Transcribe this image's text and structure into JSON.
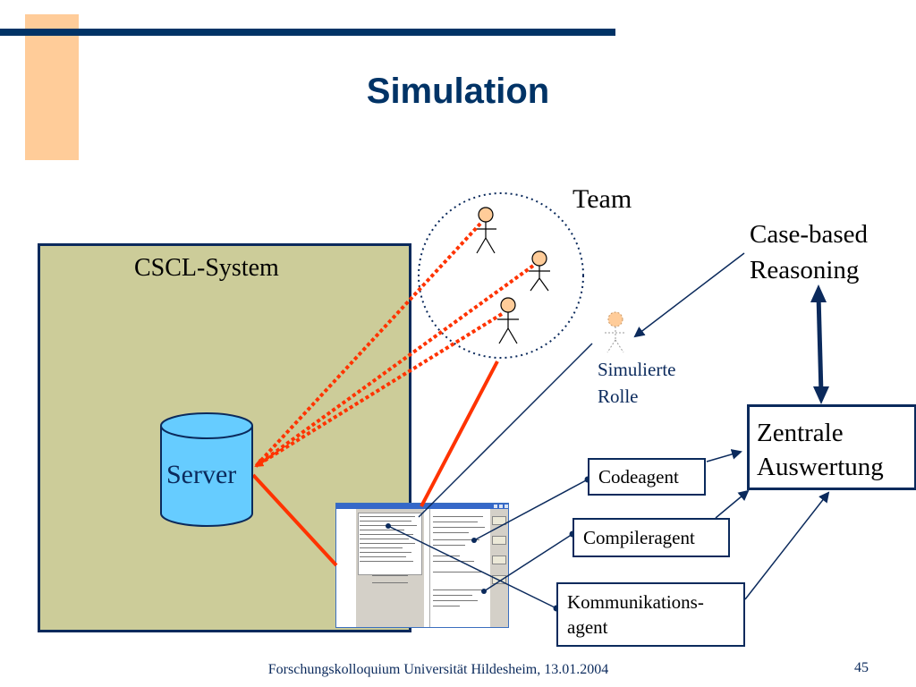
{
  "slide": {
    "title": "Simulation",
    "footer": "Forschungskolloquium Universität Hildesheim, 13.01.2004",
    "page_number": "45"
  },
  "diagram": {
    "system_label": "CSCL-System",
    "server_label": "Server",
    "team_label": "Team",
    "cbr_label_line1": "Case-based",
    "cbr_label_line2": "Reasoning",
    "simulated_role_line1": "Simulierte",
    "simulated_role_line2": "Rolle",
    "central_line1": "Zentrale",
    "central_line2": "Auswertung",
    "agent_code": "Codeagent",
    "agent_compiler": "Compileragent",
    "agent_comm_line1": "Kommunikations-",
    "agent_comm_line2": "agent"
  },
  "icons": {
    "team_members": [
      "person-icon",
      "person-icon",
      "person-icon"
    ],
    "simulated_member": "person-icon",
    "server": "database-cylinder-icon",
    "app_window": "application-window-screenshot"
  },
  "colors": {
    "title": "#003366",
    "rule": "#003366",
    "accent_block": "#ffcc99",
    "system_fill": "#cccc99",
    "server_fill": "#66ccff",
    "connector_red": "#ff3300",
    "person_fill": "#ffcc99"
  }
}
